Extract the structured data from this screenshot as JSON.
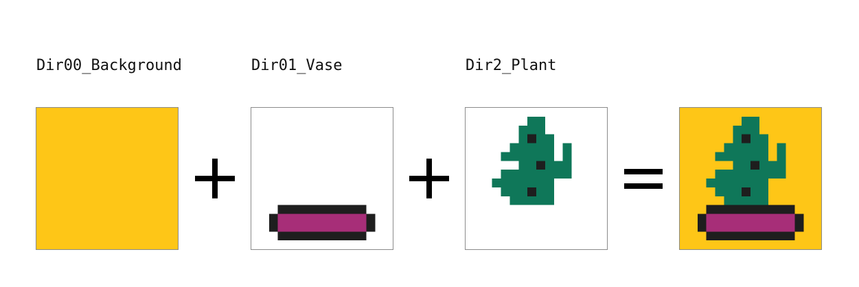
{
  "layers": [
    {
      "label": "Dir00_Background"
    },
    {
      "label": "Dir01_Vase"
    },
    {
      "label": "Dir2_Plant"
    }
  ],
  "operators": [
    "plus",
    "plus",
    "equals"
  ],
  "colors": {
    "background": "#FEC617",
    "outline": "#1E1E1E",
    "vase": "#A72E78",
    "plant": "#0F7759",
    "tile_border": "#8A8A8A",
    "empty": "#FFFFFF"
  }
}
